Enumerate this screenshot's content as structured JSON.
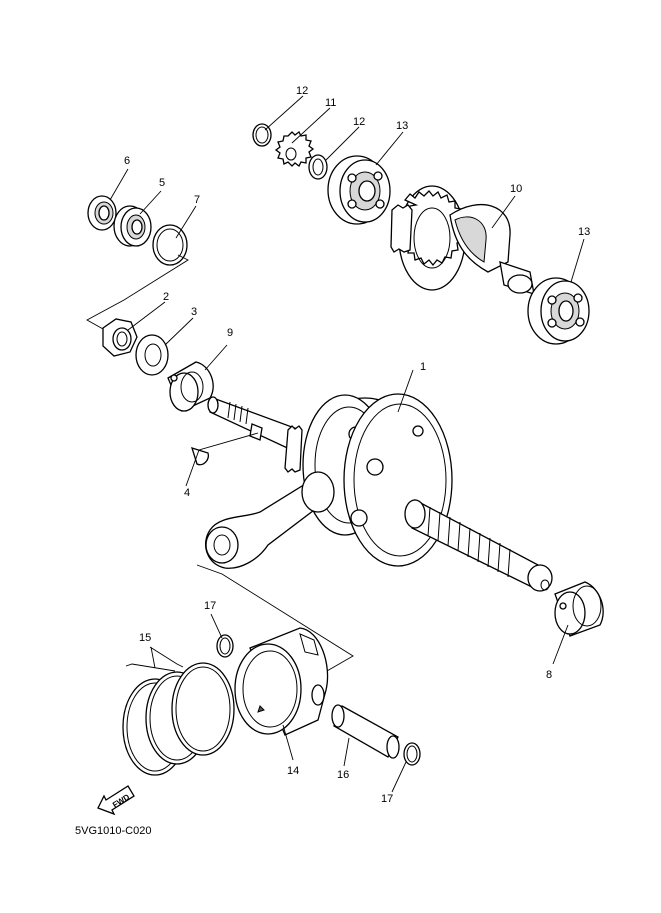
{
  "diagram": {
    "code": "5VG1010-C020",
    "fwd_label": "FWD",
    "callouts": [
      {
        "id": "c1",
        "text": "1"
      },
      {
        "id": "c2",
        "text": "2"
      },
      {
        "id": "c3",
        "text": "3"
      },
      {
        "id": "c4",
        "text": "4"
      },
      {
        "id": "c5",
        "text": "5"
      },
      {
        "id": "c6",
        "text": "6"
      },
      {
        "id": "c7",
        "text": "7"
      },
      {
        "id": "c8",
        "text": "8"
      },
      {
        "id": "c9",
        "text": "9"
      },
      {
        "id": "c10",
        "text": "10"
      },
      {
        "id": "c11",
        "text": "11"
      },
      {
        "id": "c12a",
        "text": "12"
      },
      {
        "id": "c12b",
        "text": "12"
      },
      {
        "id": "c13a",
        "text": "13"
      },
      {
        "id": "c13b",
        "text": "13"
      },
      {
        "id": "c14",
        "text": "14"
      },
      {
        "id": "c15",
        "text": "15"
      },
      {
        "id": "c16",
        "text": "16"
      },
      {
        "id": "c17a",
        "text": "17"
      },
      {
        "id": "c17b",
        "text": "17"
      }
    ]
  }
}
